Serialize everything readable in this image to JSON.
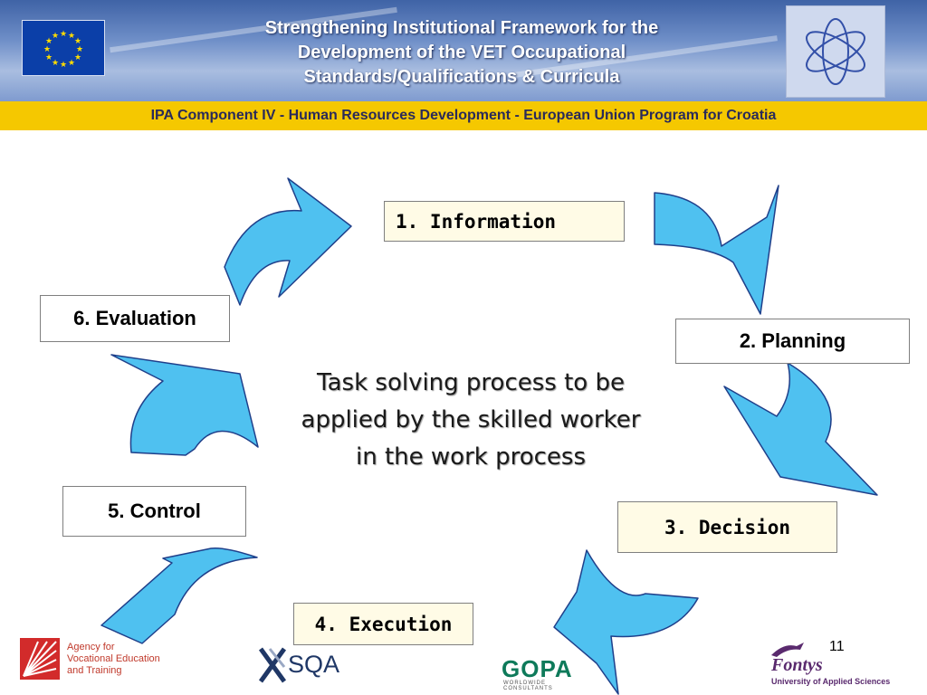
{
  "header": {
    "title_lines": [
      "Strengthening Institutional Framework for the",
      "Development of the VET Occupational",
      "Standards/Qualifications & Curricula"
    ],
    "program_bar": "IPA Component IV - Human Resources Development - European Union Program for Croatia"
  },
  "diagram": {
    "stages": [
      "1. Information",
      "2. Planning",
      "3. Decision",
      "4. Execution",
      "5. Control",
      "6. Evaluation"
    ],
    "center_lines": [
      "Task solving process to be",
      "applied by the skilled worker",
      "in the work process"
    ]
  },
  "footer": {
    "page_number": "11",
    "logos": {
      "asoo": [
        "Agency for",
        "Vocational Education",
        "and Training"
      ],
      "sqa": "SQA",
      "gopa": "GOPA",
      "gopa_sub": "WORLDWIDE CONSULTANTS",
      "fontys": "Fontys",
      "fontys_sub": "University of Applied Sciences"
    }
  },
  "colors": {
    "arrow_fill": "#4fc1f0",
    "arrow_stroke": "#1f3f8a",
    "program_bar": "#f5c800",
    "header_blue": "#4f73b6"
  }
}
